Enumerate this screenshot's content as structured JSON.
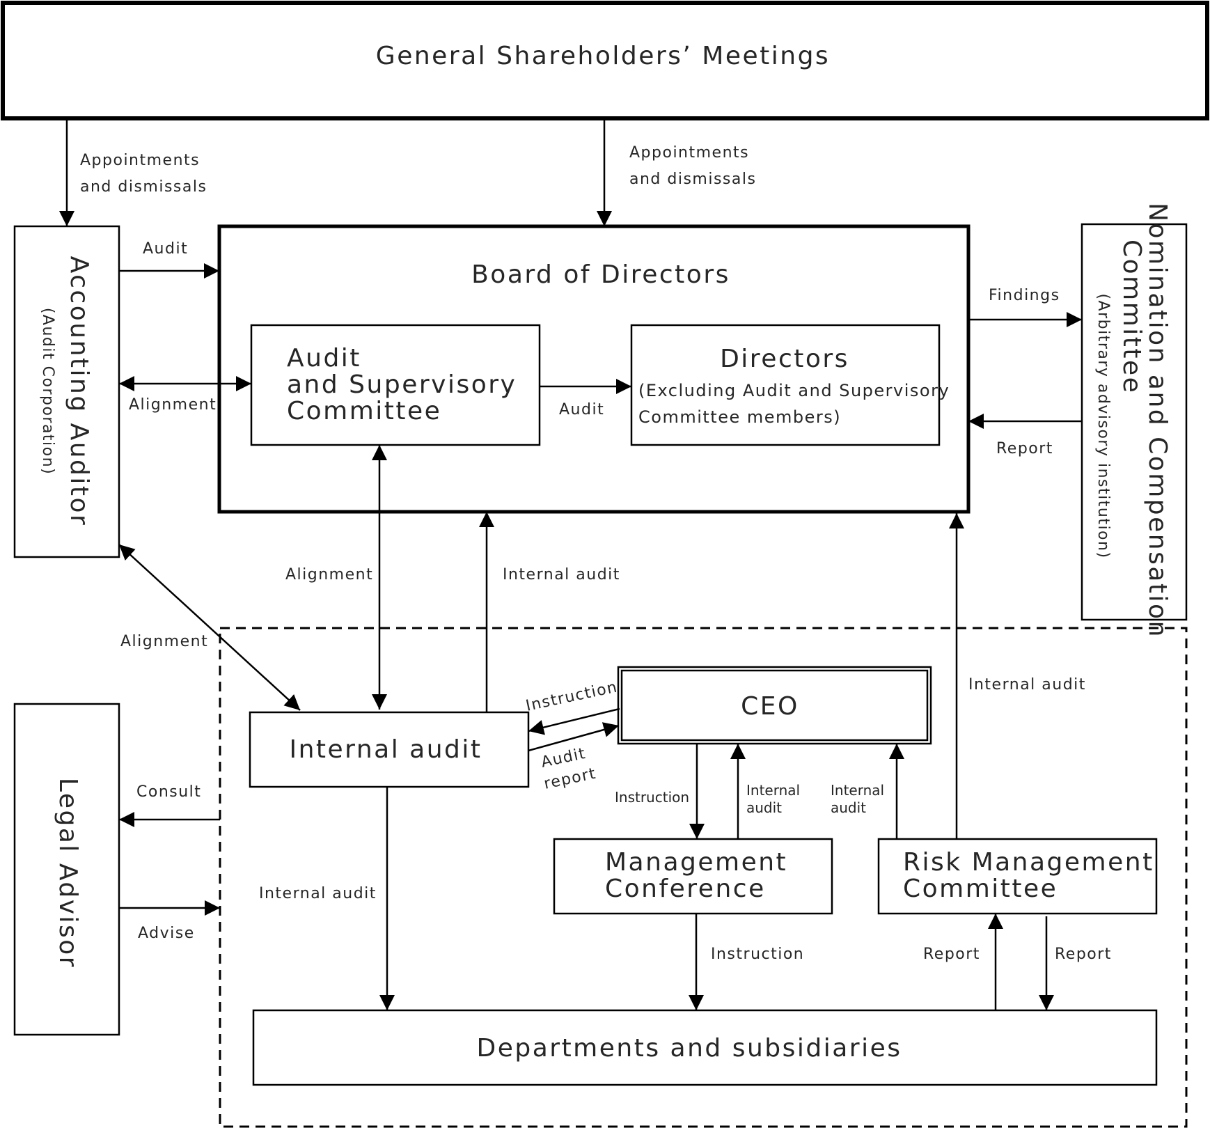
{
  "nodes": {
    "shareholders": "General Shareholders’ Meetings",
    "accounting_auditor": "Accounting Auditor",
    "accounting_auditor_sub": "(Audit Corporation)",
    "board": "Board of Directors",
    "audit_committee_line1": "Audit",
    "audit_committee_line2": "and Supervisory",
    "audit_committee_line3": "Committee",
    "directors": "Directors",
    "directors_sub1": "(Excluding Audit and Supervisory",
    "directors_sub2": "Committee members)",
    "nomination_line1": "Nomination and Compensation",
    "nomination_line2": "Committee",
    "nomination_sub": "(Arbitrary advisory institution)",
    "legal_advisor": "Legal Advisor",
    "internal_audit": "Internal audit",
    "ceo": "CEO",
    "management_line1": "Management",
    "management_line2": "Conference",
    "risk_line1": "Risk Management",
    "risk_line2": "Committee",
    "departments": "Departments and subsidiaries"
  },
  "edges": {
    "appointments_left_1": "Appointments",
    "appointments_left_2": "and dismissals",
    "appointments_center_1": "Appointments",
    "appointments_center_2": "and dismissals",
    "audit_to_board": "Audit",
    "alignment_aa_committee": "Alignment",
    "audit_committee_to_directors": "Audit",
    "findings": "Findings",
    "report_nomination": "Report",
    "alignment_committee_internal": "Alignment",
    "internal_audit_to_board": "Internal audit",
    "alignment_aa_internal": "Alignment",
    "internal_audit_risk_to_board": "Internal audit",
    "instruction_ceo_to_internal": "Instruction",
    "audit_report_1": "Audit",
    "audit_report_2": "report",
    "instruction_ceo_to_mgmt": "Instruction",
    "internal_audit_mgmt_1": "Internal",
    "internal_audit_mgmt_2": "audit",
    "internal_audit_risk_1": "Internal",
    "internal_audit_risk_2": "audit",
    "consult": "Consult",
    "advise": "Advise",
    "internal_audit_to_depts": "Internal audit",
    "instruction_mgmt_to_depts": "Instruction",
    "report_depts_to_risk": "Report",
    "report_risk_to_depts": "Report"
  }
}
